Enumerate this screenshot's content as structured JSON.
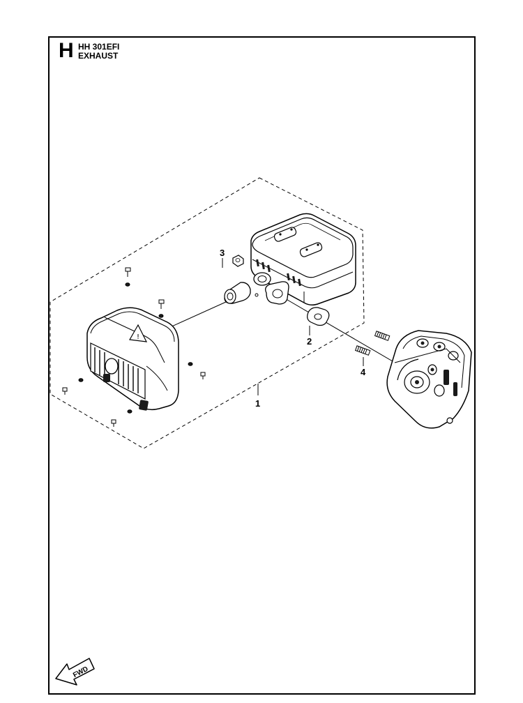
{
  "header": {
    "section_letter": "H",
    "model": "HH 301EFI",
    "title": "EXHAUST"
  },
  "callouts": [
    {
      "id": "1",
      "label": "1"
    },
    {
      "id": "2",
      "label": "2"
    },
    {
      "id": "3",
      "label": "3"
    },
    {
      "id": "4",
      "label": "4"
    }
  ],
  "direction_indicator": {
    "label": "FWD",
    "icon": "fwd-arrow-icon"
  },
  "colors": {
    "line": "#000000",
    "part_fill": "#ffffff",
    "shadow_fill": "#d9d9d9",
    "dark_fill": "#1a1a1a"
  }
}
